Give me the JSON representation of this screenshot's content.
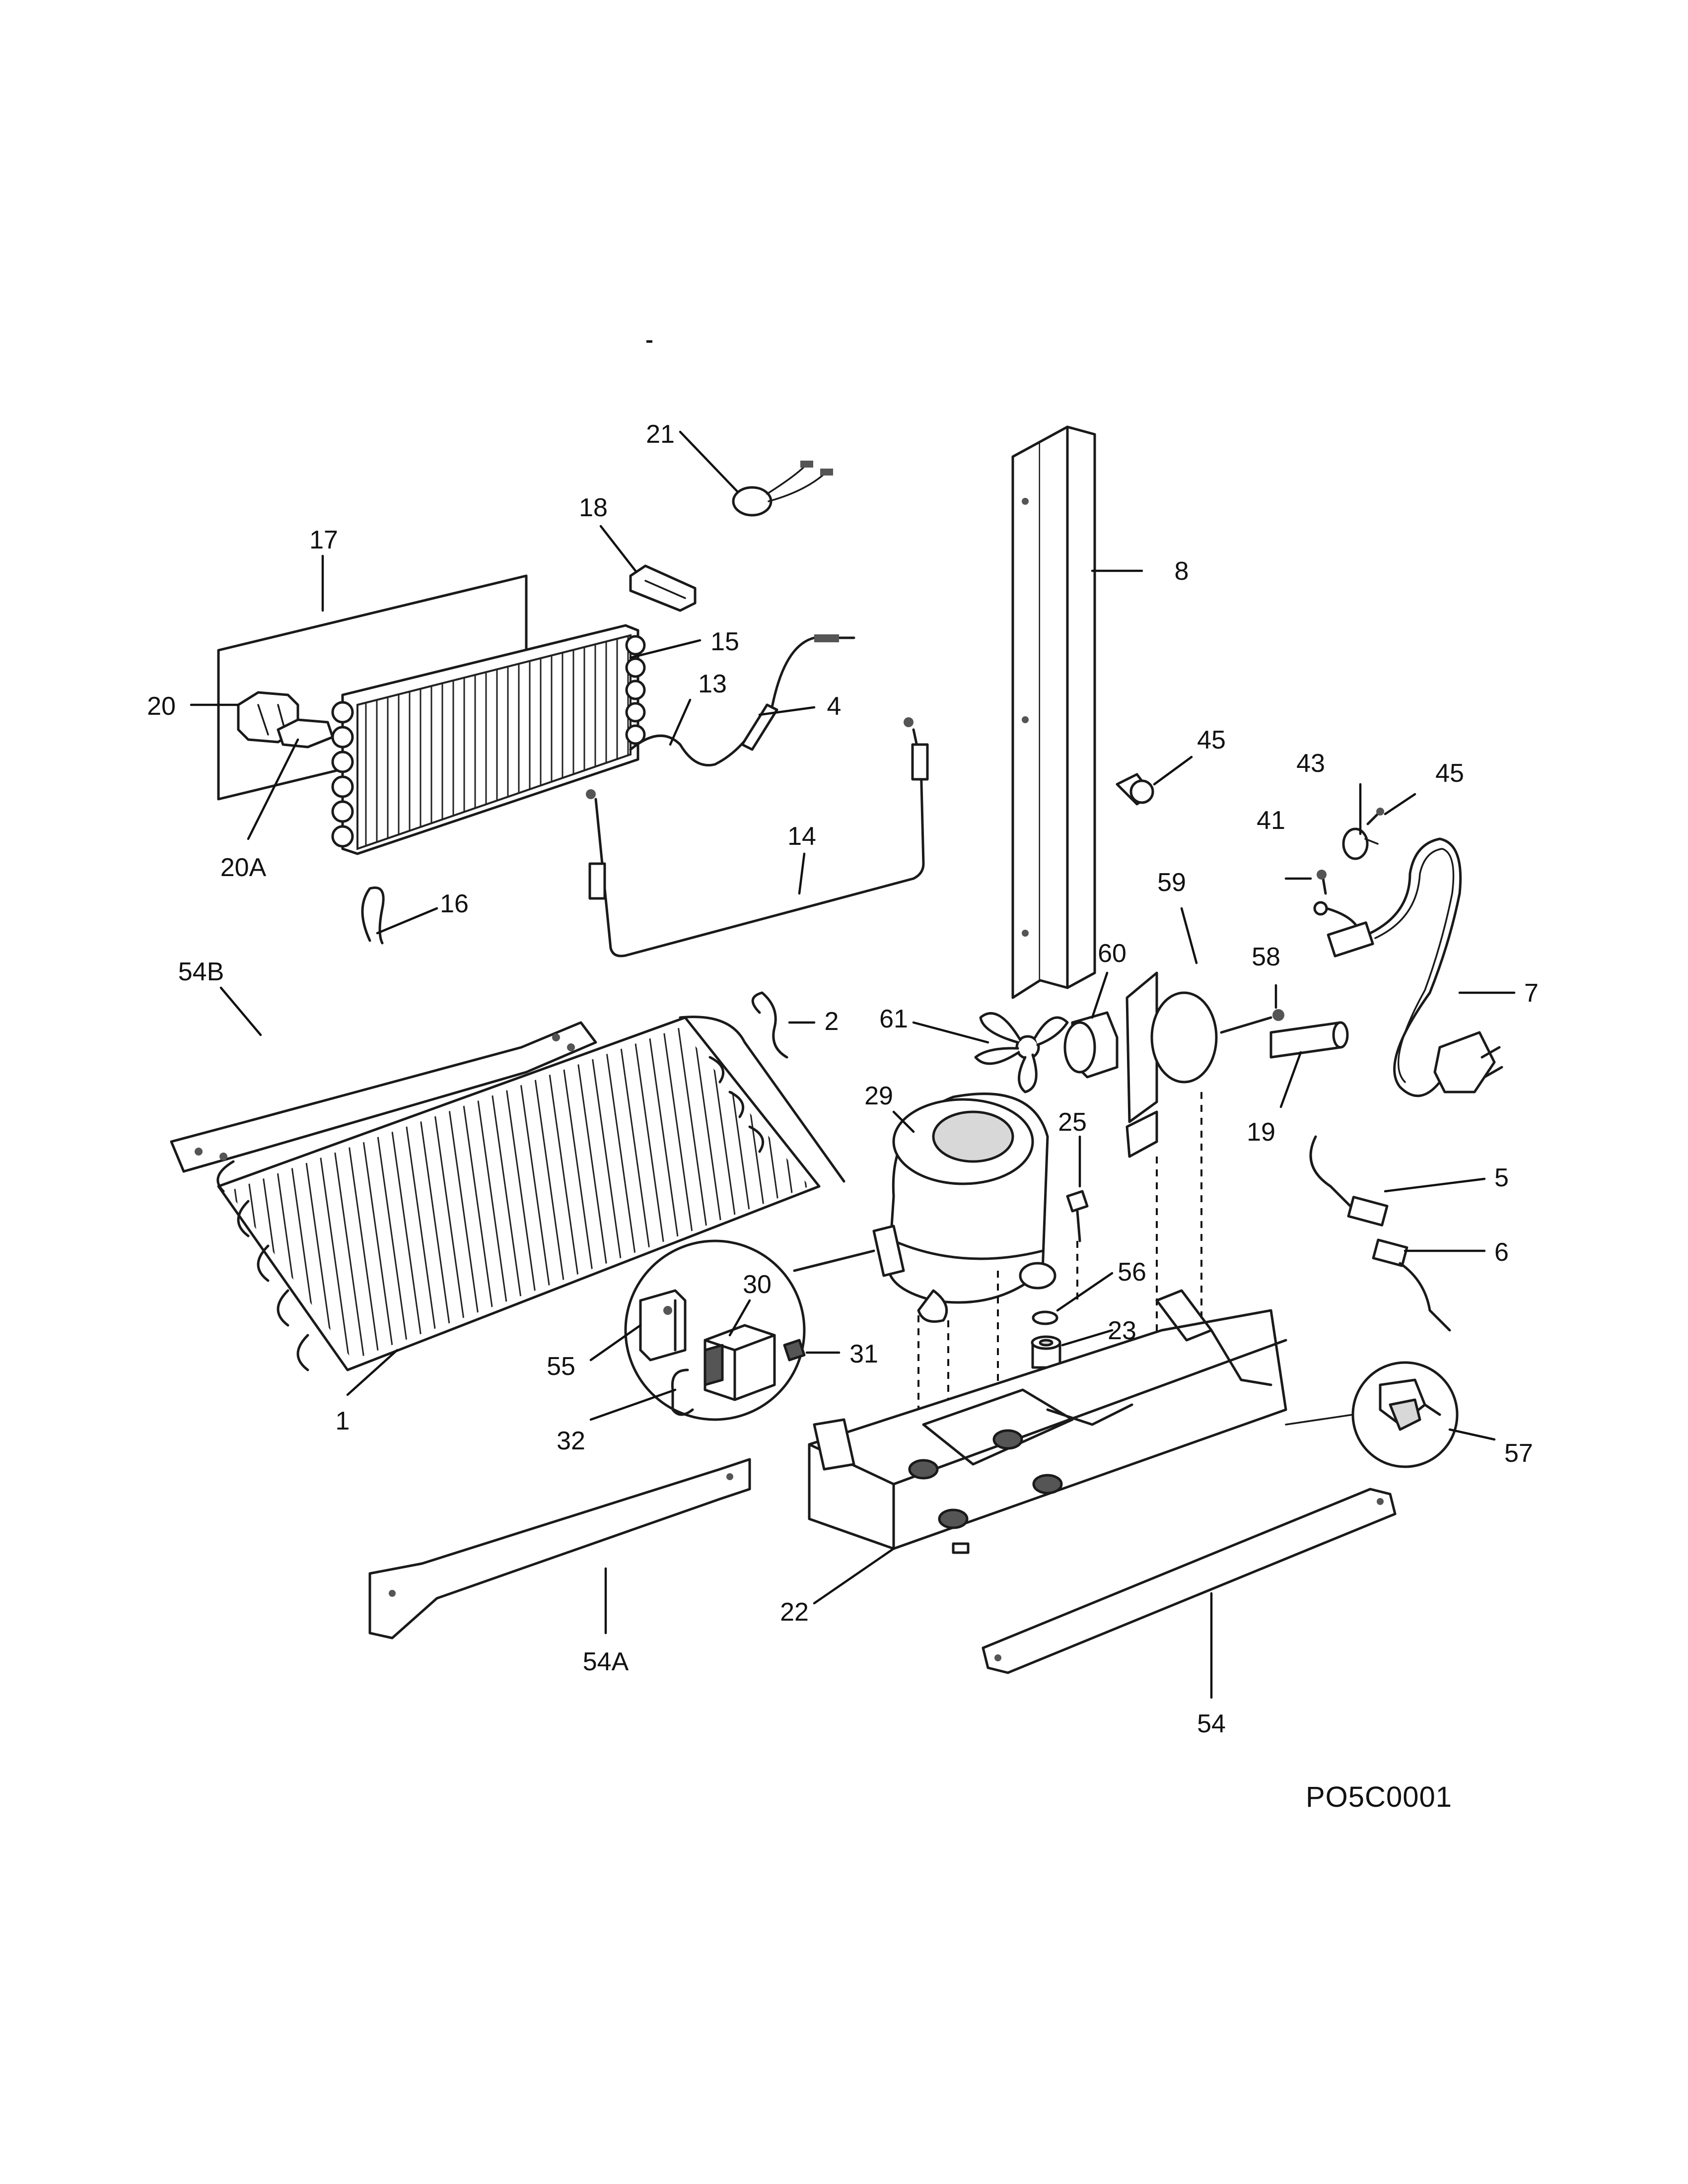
{
  "drawing_code": "PO5C0001",
  "callouts": {
    "c1": "1",
    "c2": "2",
    "c4": "4",
    "c5": "5",
    "c6": "6",
    "c7": "7",
    "c8": "8",
    "c13": "13",
    "c14": "14",
    "c15": "15",
    "c16": "16",
    "c17": "17",
    "c18": "18",
    "c19": "19",
    "c20": "20",
    "c20A": "20A",
    "c21": "21",
    "c22": "22",
    "c23": "23",
    "c25": "25",
    "c29": "29",
    "c30": "30",
    "c31": "31",
    "c32": "32",
    "c41": "41",
    "c43": "43",
    "c45a": "45",
    "c45b": "45",
    "c54": "54",
    "c54A": "54A",
    "c54B": "54B",
    "c55": "55",
    "c56": "56",
    "c57": "57",
    "c58": "58",
    "c59": "59",
    "c60": "60",
    "c61": "61"
  }
}
